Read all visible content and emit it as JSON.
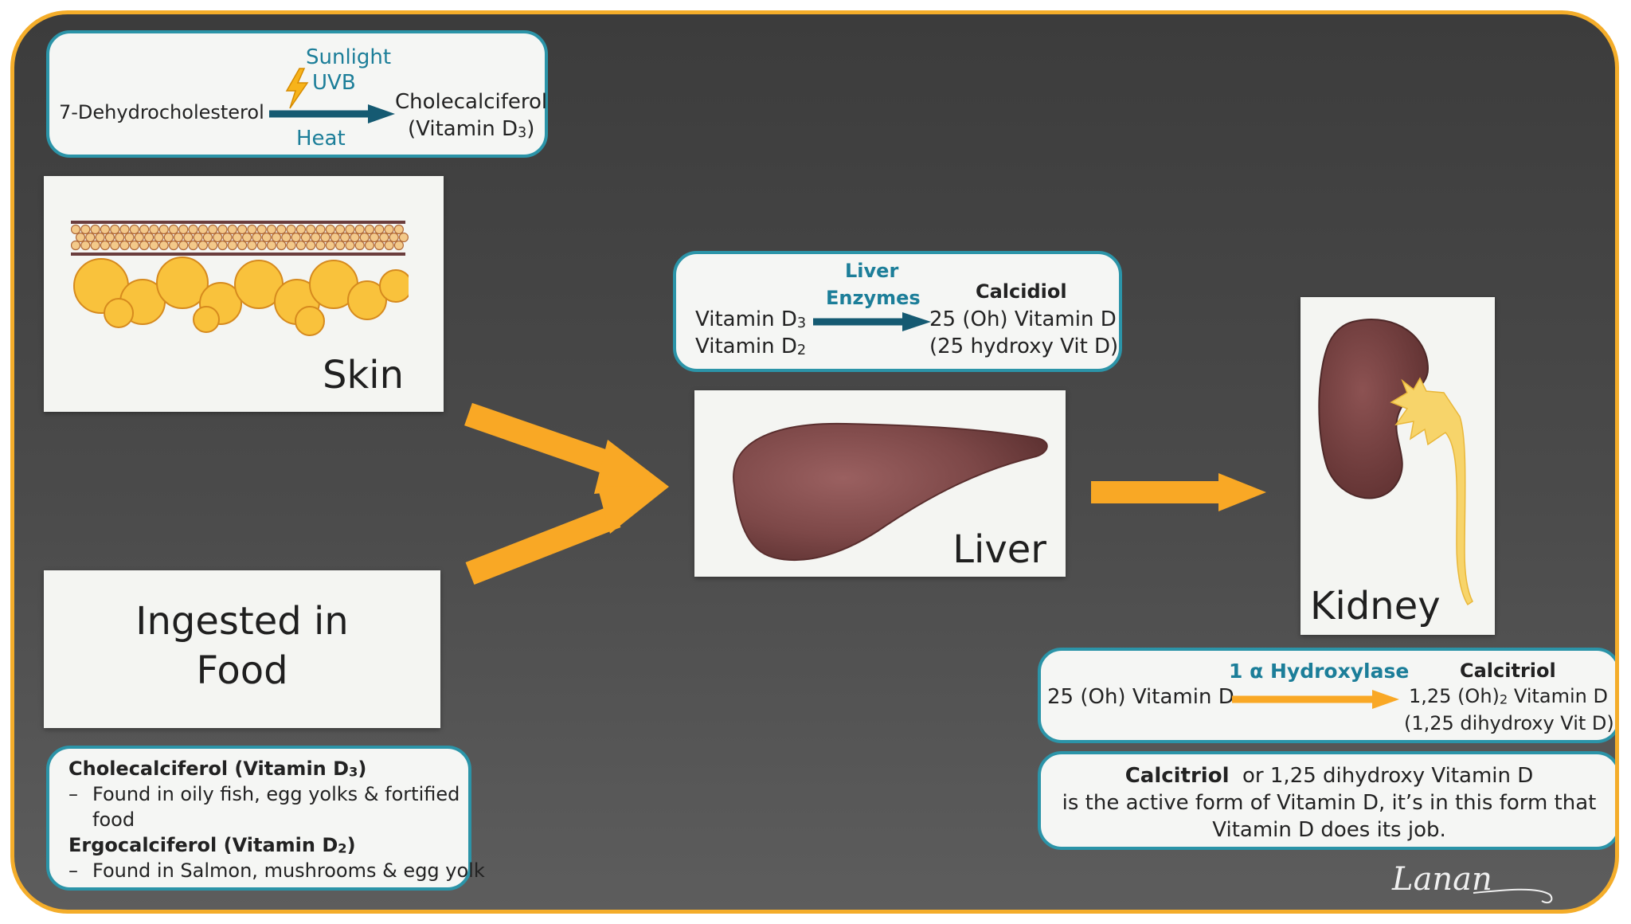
{
  "skin_reaction": {
    "conditions": [
      "Sunlight",
      "UVB"
    ],
    "below": "Heat",
    "reactant": "7-Dehydrocholesterol",
    "product_line1": "Cholecalciferol",
    "product_line2": "(Vitamin D",
    "product_sub": "3",
    "product_tail": ")"
  },
  "panels": {
    "skin": "Skin",
    "food_line1": "Ingested in",
    "food_line2": "Food",
    "liver": "Liver",
    "kidney": "Kidney"
  },
  "food_sources": {
    "item1_title": "Cholecalciferol (Vitamin D",
    "item1_sub": "3",
    "item1_tail": ")",
    "item1_bullet_line1": "Found in oily fish, egg yolks & fortified",
    "item1_bullet_line2": "food",
    "item2_title": "Ergocalciferol (Vitamin D",
    "item2_sub": "2",
    "item2_tail": ")",
    "item2_bullet": "Found in Salmon, mushrooms & egg yolk",
    "dash": "–"
  },
  "liver_reaction": {
    "enzyme_line1": "Liver",
    "enzyme_line2": "Enzymes",
    "input1": "Vitamin D",
    "input1_sub": "3",
    "input2": "Vitamin D",
    "input2_sub": "2",
    "product_name": "Calcidiol",
    "product_line1": "25 (Oh) Vitamin D",
    "product_line2": "(25 hydroxy Vit D)"
  },
  "kidney_reaction": {
    "enzyme": "1 α Hydroxylase",
    "input": "25 (Oh) Vitamin D",
    "product_name": "Calcitriol",
    "product_line1_a": "1,25 (Oh)",
    "product_line1_sub": "2",
    "product_line1_b": " Vitamin D",
    "product_line2": "(1,25 dihydroxy Vit D)"
  },
  "summary": {
    "bold": "Calcitriol",
    "line1_rest": "  or 1,25 dihydroxy Vitamin D",
    "line2": "is the active form of Vitamin D, it’s in this form that",
    "line3": "Vitamin D does its job."
  },
  "signature": "Lanan",
  "colors": {
    "frame": "#f4ad2a",
    "callout_border": "#2b94a8",
    "teal_text": "#1c7e99",
    "dark_arrow": "#155a72",
    "flow_arrow": "#f9a825",
    "organ": "#7d4848"
  }
}
